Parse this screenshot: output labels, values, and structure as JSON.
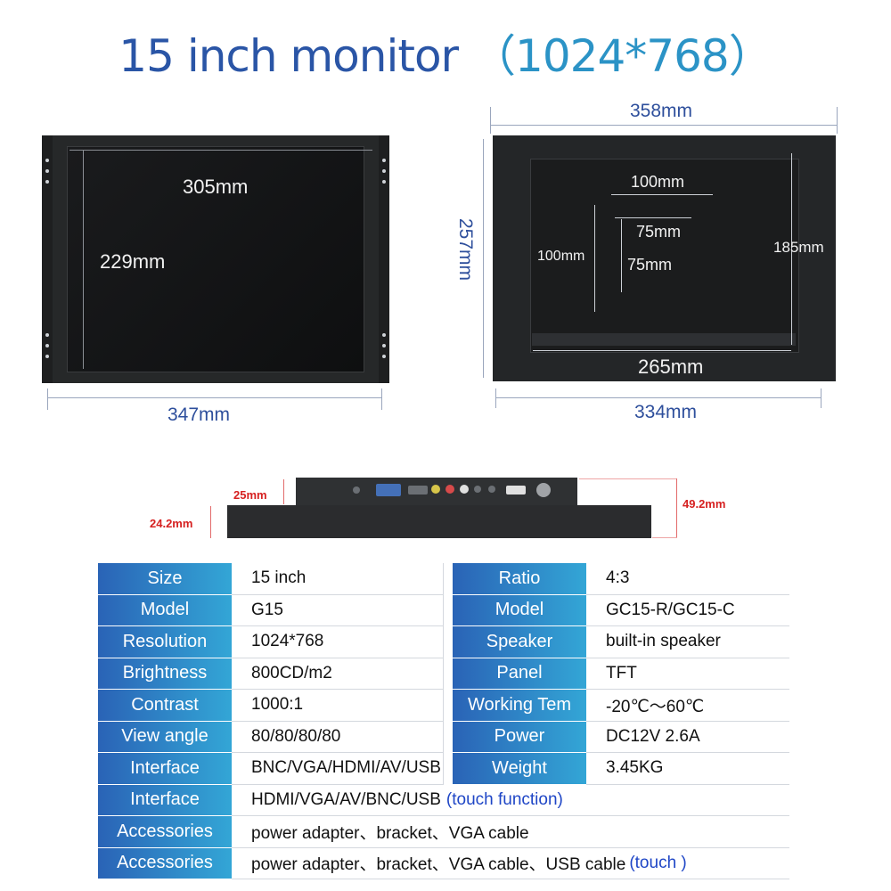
{
  "title": {
    "main": "15 inch monitor",
    "resolution": "（1024*768）"
  },
  "front_view": {
    "width_screen": "305mm",
    "height_screen": "229mm",
    "width_total": "347mm"
  },
  "back_view": {
    "width_total": "358mm",
    "height_total": "257mm",
    "vesa_h1": "100mm",
    "vesa_h2": "75mm",
    "vesa_v1": "100mm",
    "vesa_v2": "75mm",
    "plate_height": "185mm",
    "plate_width": "265mm",
    "bottom_width": "334mm"
  },
  "side_view": {
    "top_depth": "25mm",
    "bottom_depth": "24.2mm",
    "total_depth": "49.2mm"
  },
  "spec_rows": [
    {
      "k1": "Size",
      "v1": "15 inch",
      "k2": "Ratio",
      "v2": "4:3"
    },
    {
      "k1": "Model",
      "v1": "G15",
      "k2": "Model",
      "v2": "GC15-R/GC15-C"
    },
    {
      "k1": "Resolution",
      "v1": "1024*768",
      "k2": "Speaker",
      "v2": "built-in speaker"
    },
    {
      "k1": "Brightness",
      "v1": "800CD/m2",
      "k2": "Panel",
      "v2": "TFT"
    },
    {
      "k1": "Contrast",
      "v1": "1000:1",
      "k2": "Working Tem",
      "v2": "-20℃～60℃"
    },
    {
      "k1": "View angle",
      "v1": "80/80/80/80",
      "k2": "Power",
      "v2": "DC12V   2.6A"
    },
    {
      "k1": "Interface",
      "v1": "BNC/VGA/HDMI/AV/USB",
      "k2": "Weight",
      "v2": "3.45KG"
    }
  ],
  "spec_wide_rows": [
    {
      "k": "Interface",
      "v": "HDMI/VGA/AV/BNC/USB ",
      "v_blue": "(touch function)"
    },
    {
      "k": "Accessories",
      "v": "power adapter、bracket、VGA cable",
      "v_blue": ""
    },
    {
      "k": "Accessories",
      "v": "power adapter、bracket、VGA cable、USB cable ",
      "v_blue": "(touch )"
    }
  ]
}
